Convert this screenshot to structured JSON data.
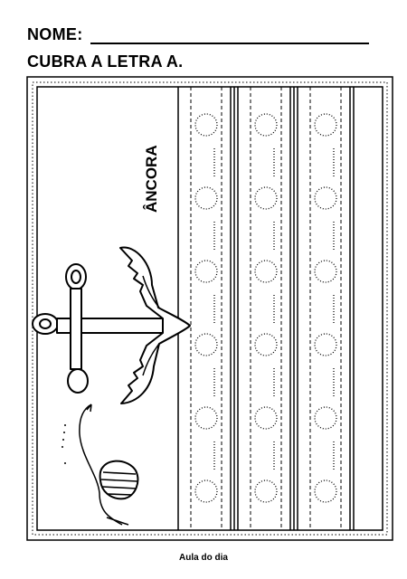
{
  "header": {
    "name_label": "NOME:",
    "instruction": "CUBRA A LETRA A."
  },
  "worksheet": {
    "word": "ÂNCORA",
    "columns": 3,
    "circles_per_column": 6
  },
  "footer": {
    "credit": "Aula do dia"
  }
}
